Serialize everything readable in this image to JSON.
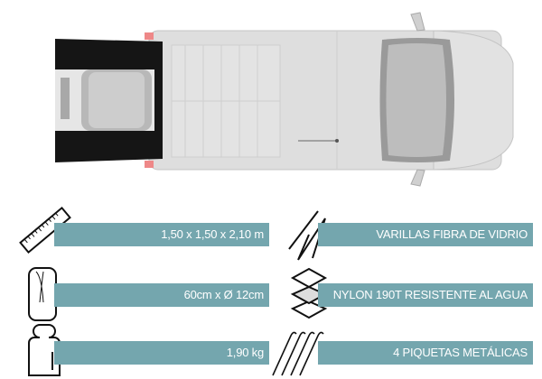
{
  "specs": {
    "dimensions": "1,50 x 1,50 x 2,10 m",
    "packed_size": "60cm x Ø 12cm",
    "weight": "1,90 kg",
    "poles": "VARILLAS FIBRA DE VIDRIO",
    "fabric": "NYLON 190T  RESISTENTE AL AGUA",
    "stakes": "4 PIQUETAS METÁLICAS"
  },
  "colors": {
    "bar": "#74a6ae",
    "tent": "#151515",
    "van": "#dcdcdc"
  }
}
